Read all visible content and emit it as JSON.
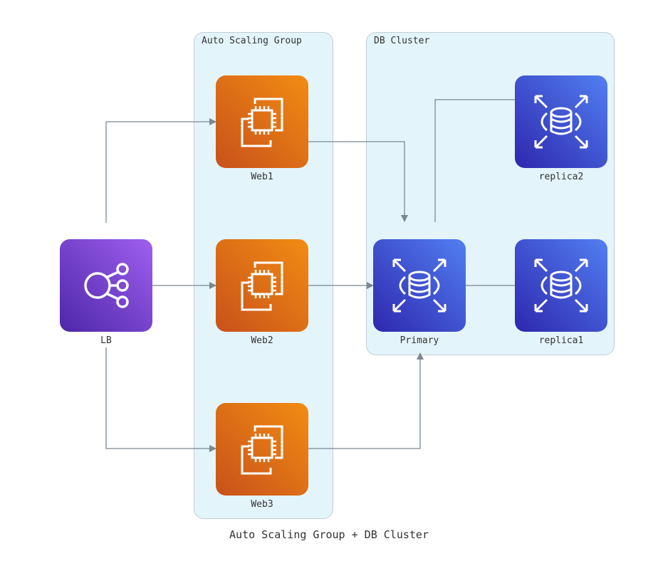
{
  "title": "Auto Scaling Group + DB Cluster",
  "clusters": {
    "asg": {
      "label": "Auto Scaling Group"
    },
    "db": {
      "label": "DB Cluster"
    }
  },
  "nodes": {
    "lb": {
      "label": "LB",
      "icon": "elastic-load-balancer-icon"
    },
    "web1": {
      "label": "Web1",
      "icon": "ec2-instance-icon"
    },
    "web2": {
      "label": "Web2",
      "icon": "ec2-instance-icon"
    },
    "web3": {
      "label": "Web3",
      "icon": "ec2-instance-icon"
    },
    "primary": {
      "label": "Primary",
      "icon": "rds-database-icon"
    },
    "replica1": {
      "label": "replica1",
      "icon": "rds-database-icon"
    },
    "replica2": {
      "label": "replica2",
      "icon": "rds-database-icon"
    }
  },
  "edges": [
    {
      "from": "LB",
      "to": "Web1",
      "arrow": "end"
    },
    {
      "from": "LB",
      "to": "Web2",
      "arrow": "end"
    },
    {
      "from": "LB",
      "to": "Web3",
      "arrow": "end"
    },
    {
      "from": "Web1",
      "to": "Primary",
      "arrow": "end"
    },
    {
      "from": "Web2",
      "to": "Primary",
      "arrow": "end"
    },
    {
      "from": "Web3",
      "to": "Primary",
      "arrow": "end"
    },
    {
      "from": "Primary",
      "to": "replica1",
      "arrow": "none"
    },
    {
      "from": "Primary",
      "to": "replica2",
      "arrow": "none"
    }
  ],
  "colors": {
    "ec2": "#ed7100",
    "rds": "#3b48cc",
    "elb": "#8c4fff",
    "cluster_fill": "#e4f4fb",
    "edge": "#7b8894"
  }
}
